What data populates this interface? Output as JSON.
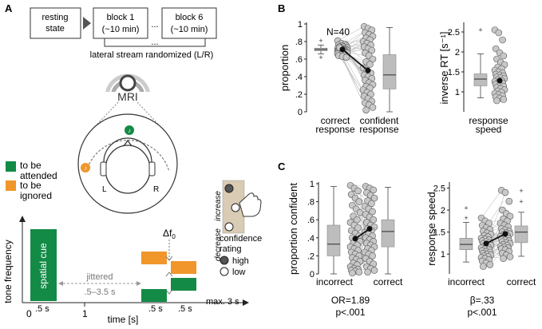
{
  "panels": {
    "a": "A",
    "b": "B",
    "c": "C"
  },
  "panel_a": {
    "timeline": {
      "resting": [
        "resting",
        "state"
      ],
      "block1": [
        "block 1",
        "(~10 min)"
      ],
      "block6": [
        "block 6",
        "(~10 min)"
      ],
      "dots_top": "...",
      "dots_bottom": "...",
      "randomized": "lateral stream randomized (L/R)"
    },
    "mri": "MRI",
    "head": {
      "ear_left": "L",
      "ear_right": "R"
    },
    "legend": {
      "attended": [
        "to be",
        "attended"
      ],
      "ignored": [
        "to be",
        "ignored"
      ]
    },
    "slider": {
      "increase": "increase",
      "decrease": "decrease",
      "title": [
        "confidence",
        "rating"
      ],
      "high": "high",
      "low": "low"
    },
    "trial": {
      "ylabel": "tone frequency",
      "xlabel": "time [s]",
      "spatial_cue": "spatial cue",
      "jittered": [
        "jittered",
        ".5–3.5 s"
      ],
      "delta_f": "Δf",
      "delta_f_sub": "0",
      "max": "max. 3 s",
      "ticks": [
        "0",
        ".5 s",
        "1",
        ".5 s",
        ".5 s"
      ]
    },
    "colors": {
      "attended": "#138a46",
      "ignored": "#f0962a",
      "slider": "#d9cbb4"
    }
  },
  "chart_data": [
    {
      "panel": "B-left",
      "type": "box+strip",
      "annotation": "N=40",
      "ylabel": "proportion",
      "ylim": [
        0,
        1
      ],
      "yticks": [
        "0",
        ".2",
        ".4",
        ".6",
        ".8",
        "1"
      ],
      "categories": [
        [
          "correct",
          "response"
        ],
        [
          "confident",
          "response"
        ]
      ],
      "box": [
        {
          "min": 0.66,
          "q1": 0.695,
          "median": 0.71,
          "q3": 0.725,
          "max": 0.76,
          "outliers": [
            0.81,
            0.62
          ]
        },
        {
          "min": 0.0,
          "q1": 0.26,
          "median": 0.42,
          "q3": 0.65,
          "max": 0.96,
          "outliers": []
        }
      ],
      "means": [
        0.71,
        0.47
      ],
      "points_a": [
        0.81,
        0.78,
        0.77,
        0.76,
        0.75,
        0.75,
        0.74,
        0.74,
        0.73,
        0.73,
        0.72,
        0.72,
        0.72,
        0.71,
        0.71,
        0.71,
        0.71,
        0.7,
        0.7,
        0.7,
        0.7,
        0.7,
        0.69,
        0.69,
        0.69,
        0.69,
        0.68,
        0.68,
        0.68,
        0.67,
        0.67,
        0.67,
        0.66,
        0.66,
        0.65,
        0.65,
        0.64,
        0.63,
        0.62,
        0.73
      ],
      "points_b": [
        0.97,
        0.95,
        0.93,
        0.9,
        0.88,
        0.86,
        0.84,
        0.82,
        0.8,
        0.78,
        0.76,
        0.74,
        0.72,
        0.7,
        0.67,
        0.64,
        0.6,
        0.57,
        0.54,
        0.5,
        0.47,
        0.44,
        0.42,
        0.4,
        0.38,
        0.36,
        0.33,
        0.31,
        0.29,
        0.27,
        0.25,
        0.22,
        0.2,
        0.18,
        0.15,
        0.12,
        0.1,
        0.08,
        0.05,
        0.02
      ]
    },
    {
      "panel": "B-right",
      "type": "box+strip",
      "ylabel": "inverse RT [s⁻¹]",
      "ylim": [
        0.5,
        2.7
      ],
      "yticks": [
        "1",
        "1.5",
        "2",
        "2.5"
      ],
      "categories": [
        [
          "response",
          "speed"
        ]
      ],
      "box": [
        {
          "min": 0.85,
          "q1": 1.15,
          "median": 1.32,
          "q3": 1.45,
          "max": 1.95,
          "outliers": [
            2.55
          ]
        }
      ],
      "means": [
        1.28
      ],
      "points": [
        2.55,
        2.48,
        2.3,
        2.08,
        1.98,
        1.9,
        1.82,
        1.74,
        1.68,
        1.62,
        1.58,
        1.54,
        1.5,
        1.47,
        1.44,
        1.42,
        1.4,
        1.37,
        1.35,
        1.33,
        1.3,
        1.28,
        1.26,
        1.24,
        1.22,
        1.19,
        1.16,
        1.14,
        1.11,
        1.08,
        1.05,
        1.02,
        0.99,
        0.96,
        0.93,
        0.9,
        0.87,
        0.84,
        0.81,
        0.78
      ]
    },
    {
      "panel": "C-left",
      "type": "box+strip",
      "ylabel": "proportion confident",
      "ylim": [
        0,
        1
      ],
      "yticks": [
        "0",
        ".2",
        ".4",
        ".6",
        ".8",
        "1"
      ],
      "categories": [
        "incorrect",
        "correct"
      ],
      "box": [
        {
          "min": 0.0,
          "q1": 0.2,
          "median": 0.33,
          "q3": 0.54,
          "max": 0.97,
          "outliers": []
        },
        {
          "min": 0.0,
          "q1": 0.3,
          "median": 0.47,
          "q3": 0.6,
          "max": 0.96,
          "outliers": []
        }
      ],
      "means": [
        0.39,
        0.5
      ],
      "points_a": [
        0.98,
        0.95,
        0.92,
        0.88,
        0.84,
        0.8,
        0.76,
        0.72,
        0.68,
        0.64,
        0.6,
        0.57,
        0.54,
        0.51,
        0.48,
        0.45,
        0.42,
        0.4,
        0.38,
        0.36,
        0.34,
        0.32,
        0.3,
        0.28,
        0.26,
        0.24,
        0.22,
        0.2,
        0.18,
        0.16,
        0.14,
        0.12,
        0.1,
        0.08,
        0.06,
        0.05,
        0.04,
        0.03,
        0.02,
        0.01
      ],
      "points_b": [
        0.97,
        0.95,
        0.93,
        0.9,
        0.87,
        0.84,
        0.81,
        0.78,
        0.75,
        0.72,
        0.69,
        0.66,
        0.63,
        0.6,
        0.57,
        0.54,
        0.52,
        0.5,
        0.48,
        0.46,
        0.44,
        0.42,
        0.4,
        0.38,
        0.36,
        0.34,
        0.32,
        0.3,
        0.28,
        0.26,
        0.24,
        0.22,
        0.2,
        0.17,
        0.14,
        0.11,
        0.08,
        0.06,
        0.04,
        0.02
      ],
      "stats": [
        "OR=1.89",
        "p<.001"
      ]
    },
    {
      "panel": "C-right",
      "type": "box+strip",
      "ylabel": "response speed",
      "ylim": [
        0.55,
        2.6
      ],
      "yticks": [
        "1",
        "1.5",
        "2",
        "2.5"
      ],
      "categories": [
        "incorrect",
        "correct"
      ],
      "box": [
        {
          "min": 0.82,
          "q1": 1.1,
          "median": 1.22,
          "q3": 1.36,
          "max": 1.72,
          "outliers": [
            2.05,
            1.82
          ]
        },
        {
          "min": 0.95,
          "q1": 1.26,
          "median": 1.5,
          "q3": 1.64,
          "max": 1.95,
          "outliers": [
            2.44,
            2.19
          ]
        }
      ],
      "means": [
        1.24,
        1.46
      ],
      "points_a": [
        1.82,
        1.75,
        1.7,
        1.65,
        1.6,
        1.56,
        1.52,
        1.48,
        1.45,
        1.42,
        1.39,
        1.36,
        1.34,
        1.32,
        1.3,
        1.28,
        1.26,
        1.24,
        1.22,
        1.2,
        1.18,
        1.16,
        1.14,
        1.12,
        1.1,
        1.08,
        1.06,
        1.04,
        1.02,
        1.0,
        0.98,
        0.96,
        0.94,
        0.92,
        0.9,
        0.87,
        0.84,
        0.8,
        0.76,
        0.72
      ],
      "points_b": [
        2.45,
        2.4,
        2.2,
        2.0,
        1.92,
        1.86,
        1.8,
        1.75,
        1.7,
        1.66,
        1.62,
        1.58,
        1.55,
        1.52,
        1.5,
        1.48,
        1.46,
        1.44,
        1.42,
        1.4,
        1.38,
        1.36,
        1.34,
        1.32,
        1.3,
        1.28,
        1.26,
        1.24,
        1.22,
        1.2,
        1.18,
        1.16,
        1.14,
        1.12,
        1.1,
        1.06,
        1.02,
        0.98,
        0.94,
        0.9
      ],
      "stats": [
        "β=.33",
        "p<.001"
      ]
    }
  ]
}
